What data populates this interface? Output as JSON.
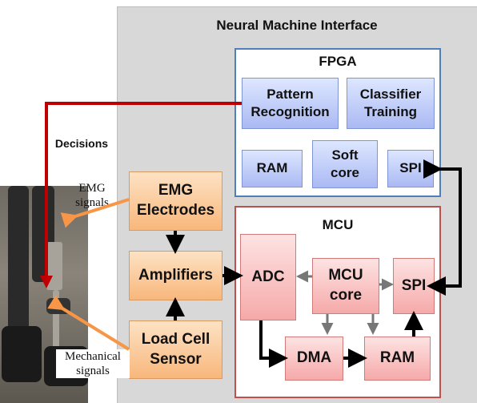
{
  "title": "Neural Machine Interface",
  "fpga": {
    "title": "FPGA",
    "blocks": {
      "pattern_recognition": "Pattern Recognition",
      "classifier_training": "Classifier Training",
      "ram": "RAM",
      "soft_core": "Soft core",
      "spi": "SPI"
    }
  },
  "mcu": {
    "title": "MCU",
    "blocks": {
      "adc": "ADC",
      "mcu_core": "MCU core",
      "spi": "SPI",
      "dma": "DMA",
      "ram": "RAM"
    }
  },
  "inputs": {
    "emg_electrodes": "EMG Electrodes",
    "amplifiers": "Amplifiers",
    "load_cell_sensor": "Load Cell Sensor"
  },
  "labels": {
    "decisions": "Decisions",
    "emg_signals": "EMG signals",
    "mechanical_signals": "Mechanical signals"
  },
  "colors": {
    "decision_line": "#c00000",
    "signal_line": "#f79646",
    "fpga_border": "#4f7fb8",
    "mcu_border": "#c0504d"
  }
}
